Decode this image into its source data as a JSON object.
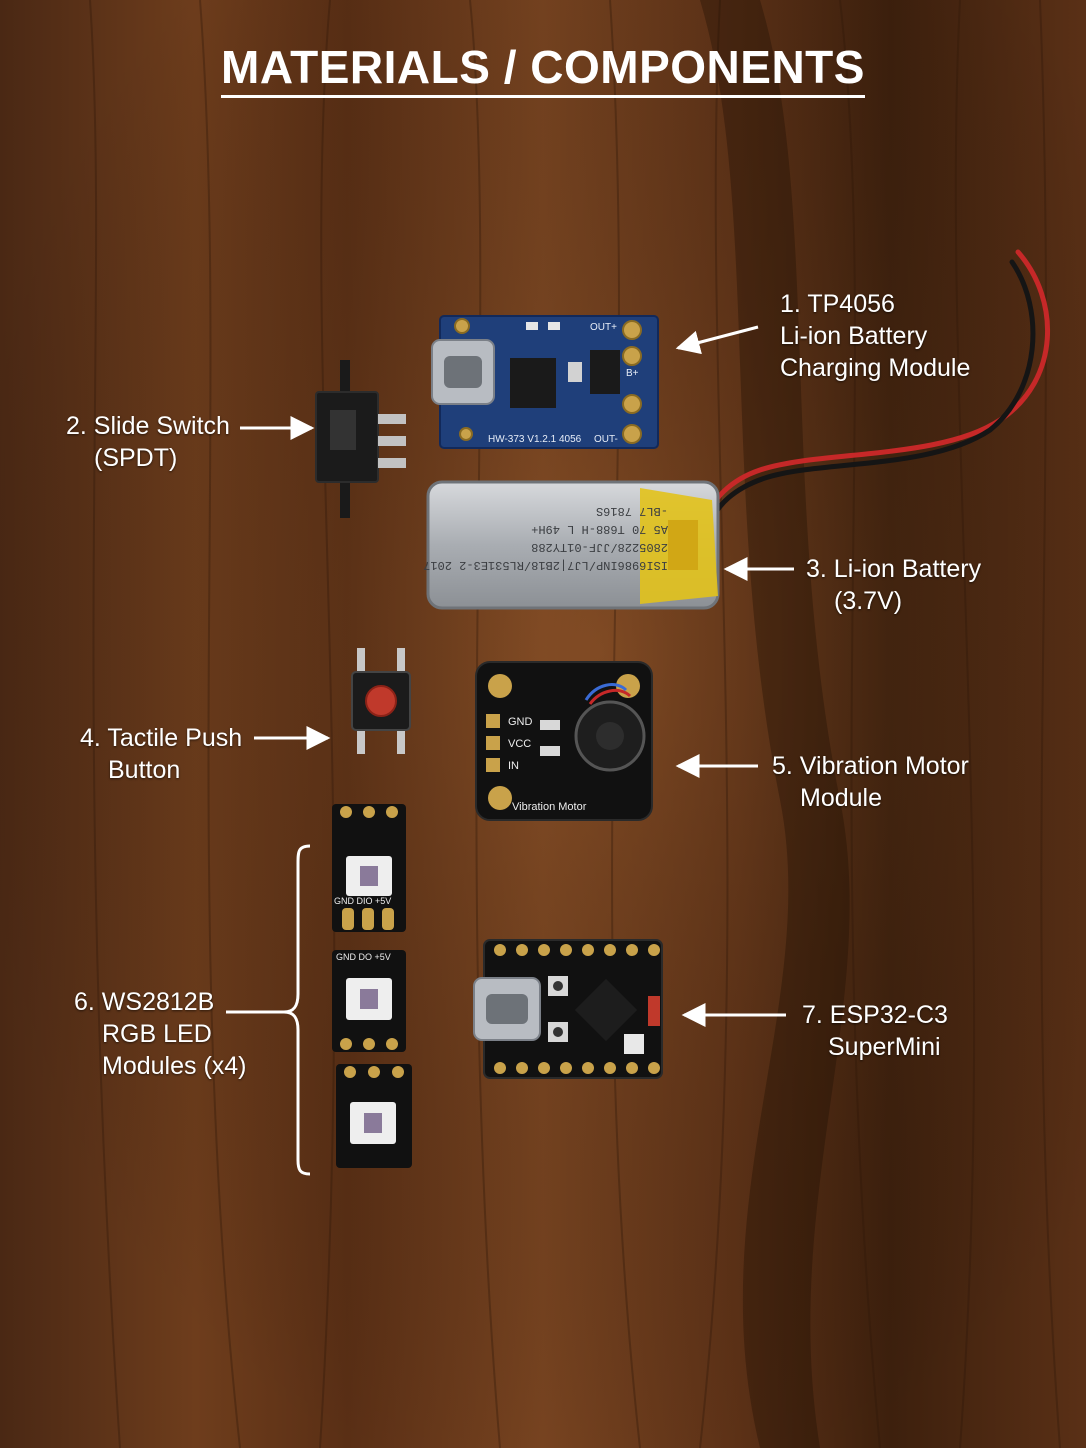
{
  "title": "MATERIALS / COMPONENTS",
  "colors": {
    "wood_dark": "#3a1f0e",
    "wood_mid": "#6b3a1a",
    "wood_light": "#8a5228",
    "label": "#ffffff",
    "pcb_blue": "#1f3f7a",
    "pcb_black": "#111111",
    "battery_silver": "#b9bcc0",
    "battery_yellow": "#e2c21b",
    "button_red": "#c0392b"
  },
  "labels": {
    "tp4056": {
      "l1": "1. TP4056",
      "l2": "Li-ion Battery",
      "l3": "Charging Module"
    },
    "switch": {
      "l1": "2. Slide Switch",
      "l2": "(SPDT)"
    },
    "battery": {
      "l1": "3. Li-ion Battery",
      "l2": "(3.7V)"
    },
    "button": {
      "l1": "4. Tactile Push",
      "l2": "Button"
    },
    "motor": {
      "l1": "5. Vibration Motor",
      "l2": "Module"
    },
    "leds": {
      "l1": "6. WS2812B",
      "l2": "RGB LED",
      "l3": "Modules (x4)"
    },
    "esp32": {
      "l1": "7. ESP32-C3",
      "l2": "SuperMini"
    }
  },
  "pcb_text": {
    "tp4056_model": "HW-373 V1.2.1 4056",
    "tp4056_out_plus": "OUT+",
    "tp4056_out_minus": "OUT-",
    "tp4056_b_plus": "B+",
    "battery_print_1": "ISI6986INP/LJ7|2B18/RL531E3-2 2017",
    "battery_print_2": "2805228/JJF-01TY288",
    "battery_print_3": "A5 70 T688-H L 49H+",
    "battery_print_4": "-BL7 7816S",
    "motor_pins": [
      "GND",
      "VCC",
      "IN"
    ],
    "motor_name": "Vibration Motor",
    "led_pins_top": "GND DO +5V",
    "led_pins_bottom": "GND DIO +5V"
  },
  "icons": {
    "arrows": "arrow-right-icon",
    "brace": "curly-brace-icon"
  }
}
